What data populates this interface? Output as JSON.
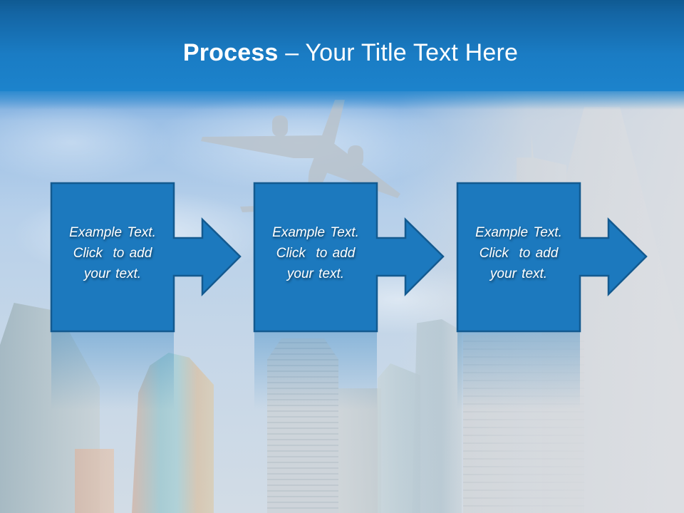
{
  "slide": {
    "title": {
      "bold_part": "Process",
      "rest": " – Your Title Text Here"
    },
    "colors": {
      "header_top": "#0f5a92",
      "header_bottom": "#1c83cc",
      "step_fill": "#1c79be",
      "step_border": "#135a90",
      "text": "#ffffff"
    },
    "steps": [
      {
        "line1": "Example Text.",
        "line2": "Click  to add",
        "line3": "your text.",
        "icon": "right-arrow-icon"
      },
      {
        "line1": "Example Text.",
        "line2": "Click  to add",
        "line3": "your text.",
        "icon": "right-arrow-icon"
      },
      {
        "line1": "Example Text.",
        "line2": "Click  to add",
        "line3": "your text.",
        "icon": "right-arrow-icon"
      }
    ],
    "background": {
      "image": "airplane-over-skyscrapers"
    }
  }
}
